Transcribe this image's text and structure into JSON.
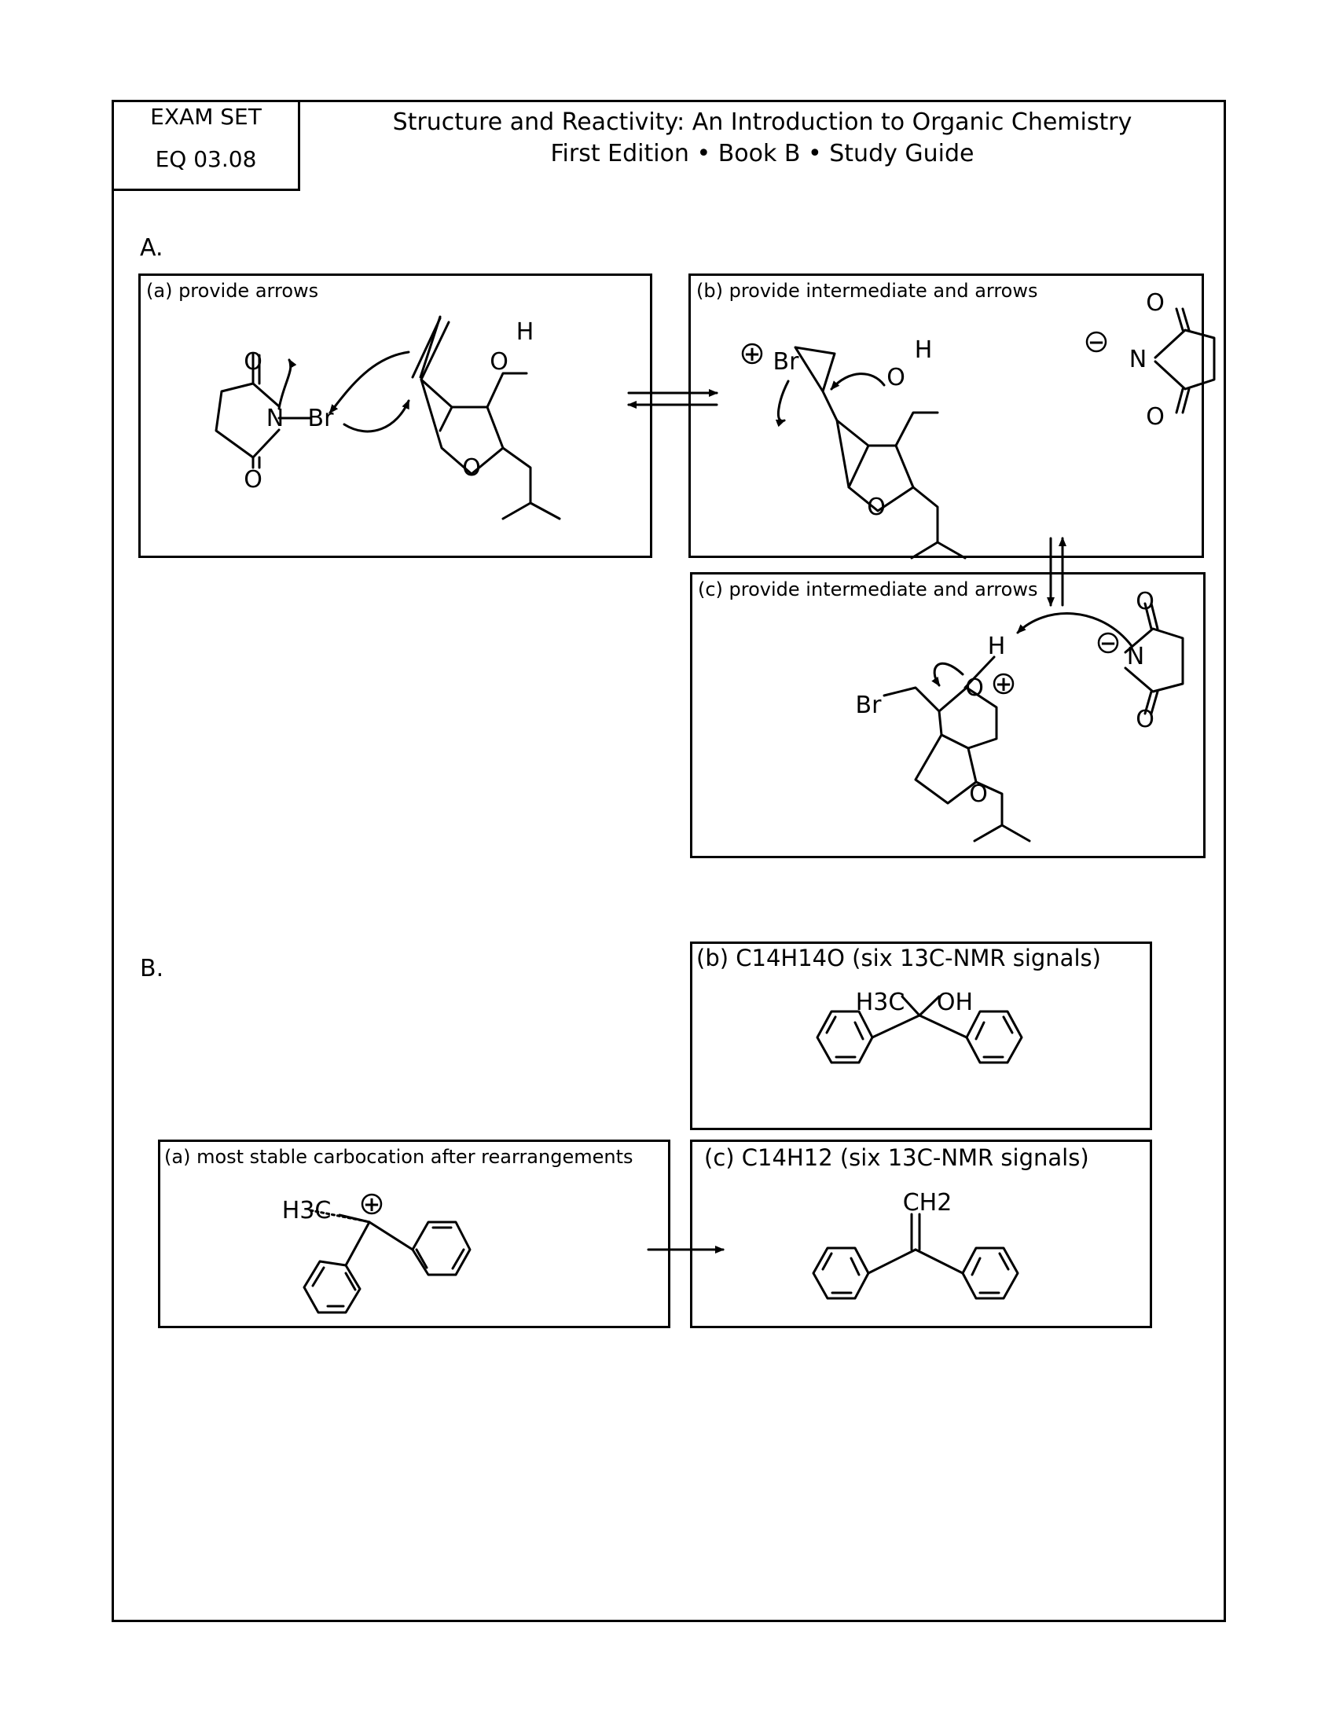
{
  "header": {
    "tag_line1": "EXAM SET",
    "tag_line2": "EQ 03.08",
    "title_line1": "Structure and Reactivity: An Introduction to Organic Chemistry",
    "title_line2": "First Edition • Book B • Study Guide"
  },
  "section_a": {
    "label": "A.",
    "panel_a": "(a) provide arrows",
    "panel_b": "(b) provide intermediate and arrows",
    "panel_c": "(c) provide intermediate and arrows"
  },
  "section_b": {
    "label": "B.",
    "panel_a": "(a) most stable carbocation after rearrangements",
    "panel_b": "(b) C14H14O (six 13C-NMR signals)",
    "panel_c": "(c) C14H12 (six 13C-NMR signals)"
  },
  "atoms": {
    "O": "O",
    "N": "N",
    "Br": "Br",
    "H": "H",
    "H3C": "H3C",
    "OH": "OH",
    "CH2": "CH2",
    "plus": "+",
    "minus": "−"
  }
}
